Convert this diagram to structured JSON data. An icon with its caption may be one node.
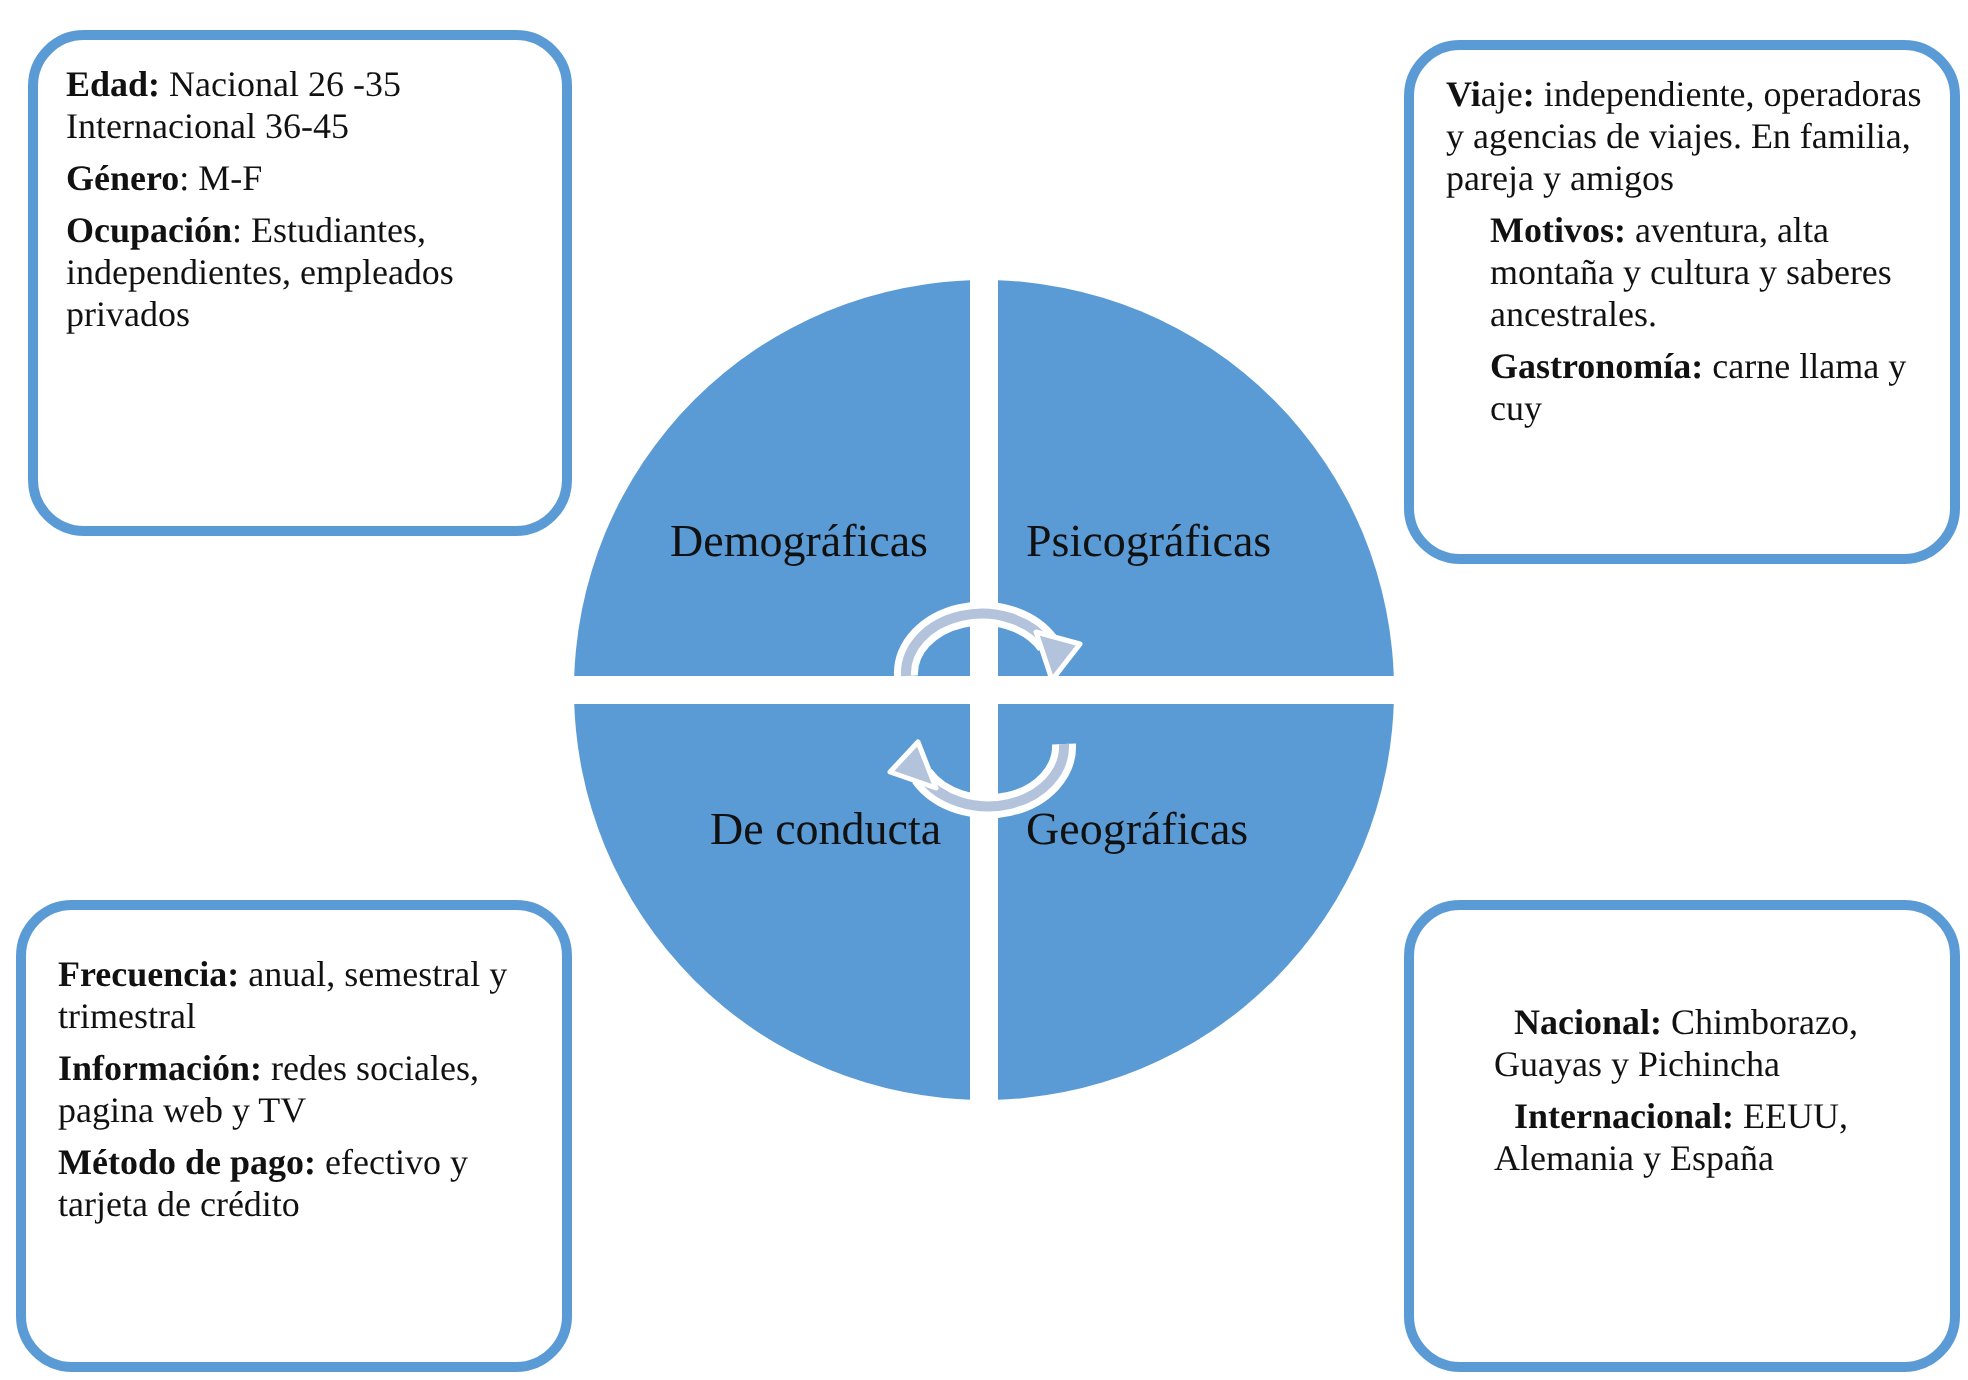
{
  "diagram": {
    "nodes": [
      {
        "text": [
          "**Edad:** Nacional 26 -35 Internacional 36-45",
          "**Género**: M-F",
          "**Ocupación**: Estudiantes, independientes, empleados privados"
        ]
      },
      {
        "text": [
          "**Vi**aje**:** independiente, operadoras y agencias de viajes. En familia, pareja y amigos",
          "**Motivos:** aventura, alta montaña y cultura y saberes ancestrales.",
          "**Gastronomía:** carne llama y cuy"
        ]
      },
      {
        "text": [
          "Demográficas"
        ]
      },
      {
        "text": [
          "Psicográficas"
        ]
      },
      {
        "text": [
          "De conducta"
        ]
      },
      {
        "text": [
          "Geográficas"
        ]
      },
      {
        "text": [
          "**Frecuencia:** anual, semestral y trimestral",
          "**Información:** redes sociales, pagina web y TV",
          "**Método de pago:** efectivo y tarjeta de crédito"
        ]
      },
      {
        "text": [
          "**Nacional:** Chimborazo, Guayas y Pichincha",
          "**Internacional:** EEUU, Alemania y España"
        ]
      }
    ]
  }
}
